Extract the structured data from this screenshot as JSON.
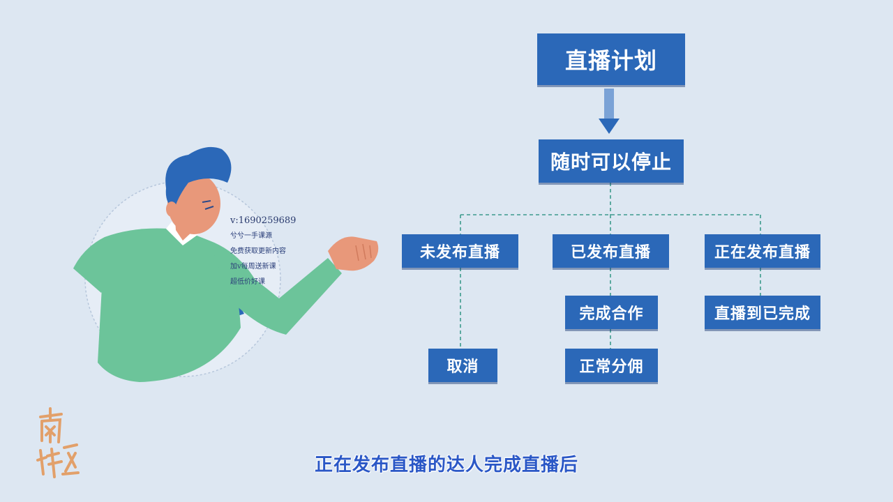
{
  "diagram": {
    "root": "直播计划",
    "second": "随时可以停止",
    "branches": [
      {
        "label": "未发布直播",
        "children": [
          "取消"
        ]
      },
      {
        "label": "已发布直播",
        "children": [
          "完成合作",
          "正常分佣"
        ]
      },
      {
        "label": "正在发布直播",
        "children": [
          "直播到已完成"
        ]
      }
    ]
  },
  "watermark": {
    "phone": "v:1690259689",
    "lines": [
      "兮兮一手课源",
      "免费获取更新内容",
      "加v每周送新课",
      "超低价好课"
    ]
  },
  "subtitle": "正在发布直播的达人完成直播后",
  "colors": {
    "background": "#dde7f2",
    "box": "#2b68b8",
    "subtitle": "#2a57c6",
    "shirt": "#6cc49a",
    "hair": "#2b68b8",
    "skin": "#e8987a",
    "logo": "#e2a06a"
  },
  "icons": [
    "presenter-illustration",
    "logo-seal"
  ]
}
